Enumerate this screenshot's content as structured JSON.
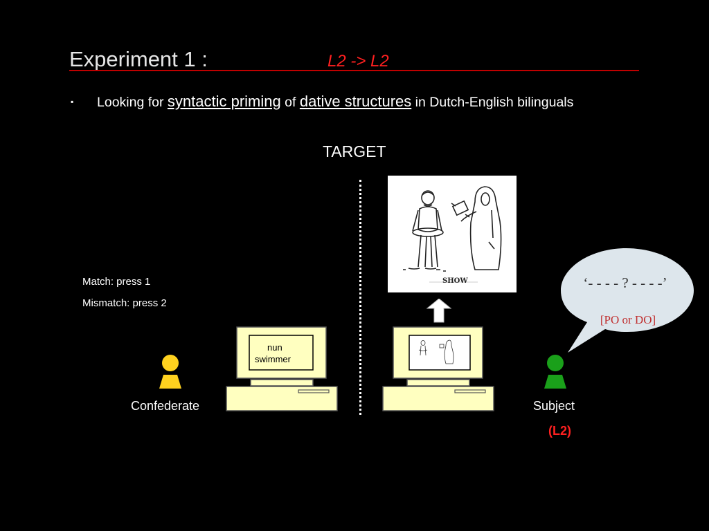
{
  "slide": {
    "title": "Experiment 1 :",
    "title_sub": "L2 -> L2",
    "bullet_symbol": "▪",
    "bullet_pre": "Looking for ",
    "bullet_link1": "syntactic priming",
    "bullet_mid": " of ",
    "bullet_link2": "dative structures",
    "bullet_post": " in Dutch-English bilinguals"
  },
  "diagram": {
    "target_label": "TARGET",
    "match_label": "Match: press 1",
    "mismatch_label": "Mismatch: press 2",
    "confederate_label": "Confederate",
    "subject_label": "Subject",
    "subject_language": "(L2)",
    "confederate_monitor_line1": "nun",
    "confederate_monitor_line2": "swimmer",
    "picture_caption": "SHOW",
    "bubble_question": "‘- - - - ? - - - -’",
    "bubble_options": "[PO or DO]"
  },
  "colors": {
    "background": "#000000",
    "title_accent": "#ff2020",
    "confederate": "#ffd21f",
    "subject": "#1aa01a",
    "computer": "#ffffc0",
    "bubble": "#dde6ec"
  },
  "icons": [
    "person-icon",
    "computer-icon",
    "up-arrow-icon",
    "speech-bubble-icon"
  ]
}
